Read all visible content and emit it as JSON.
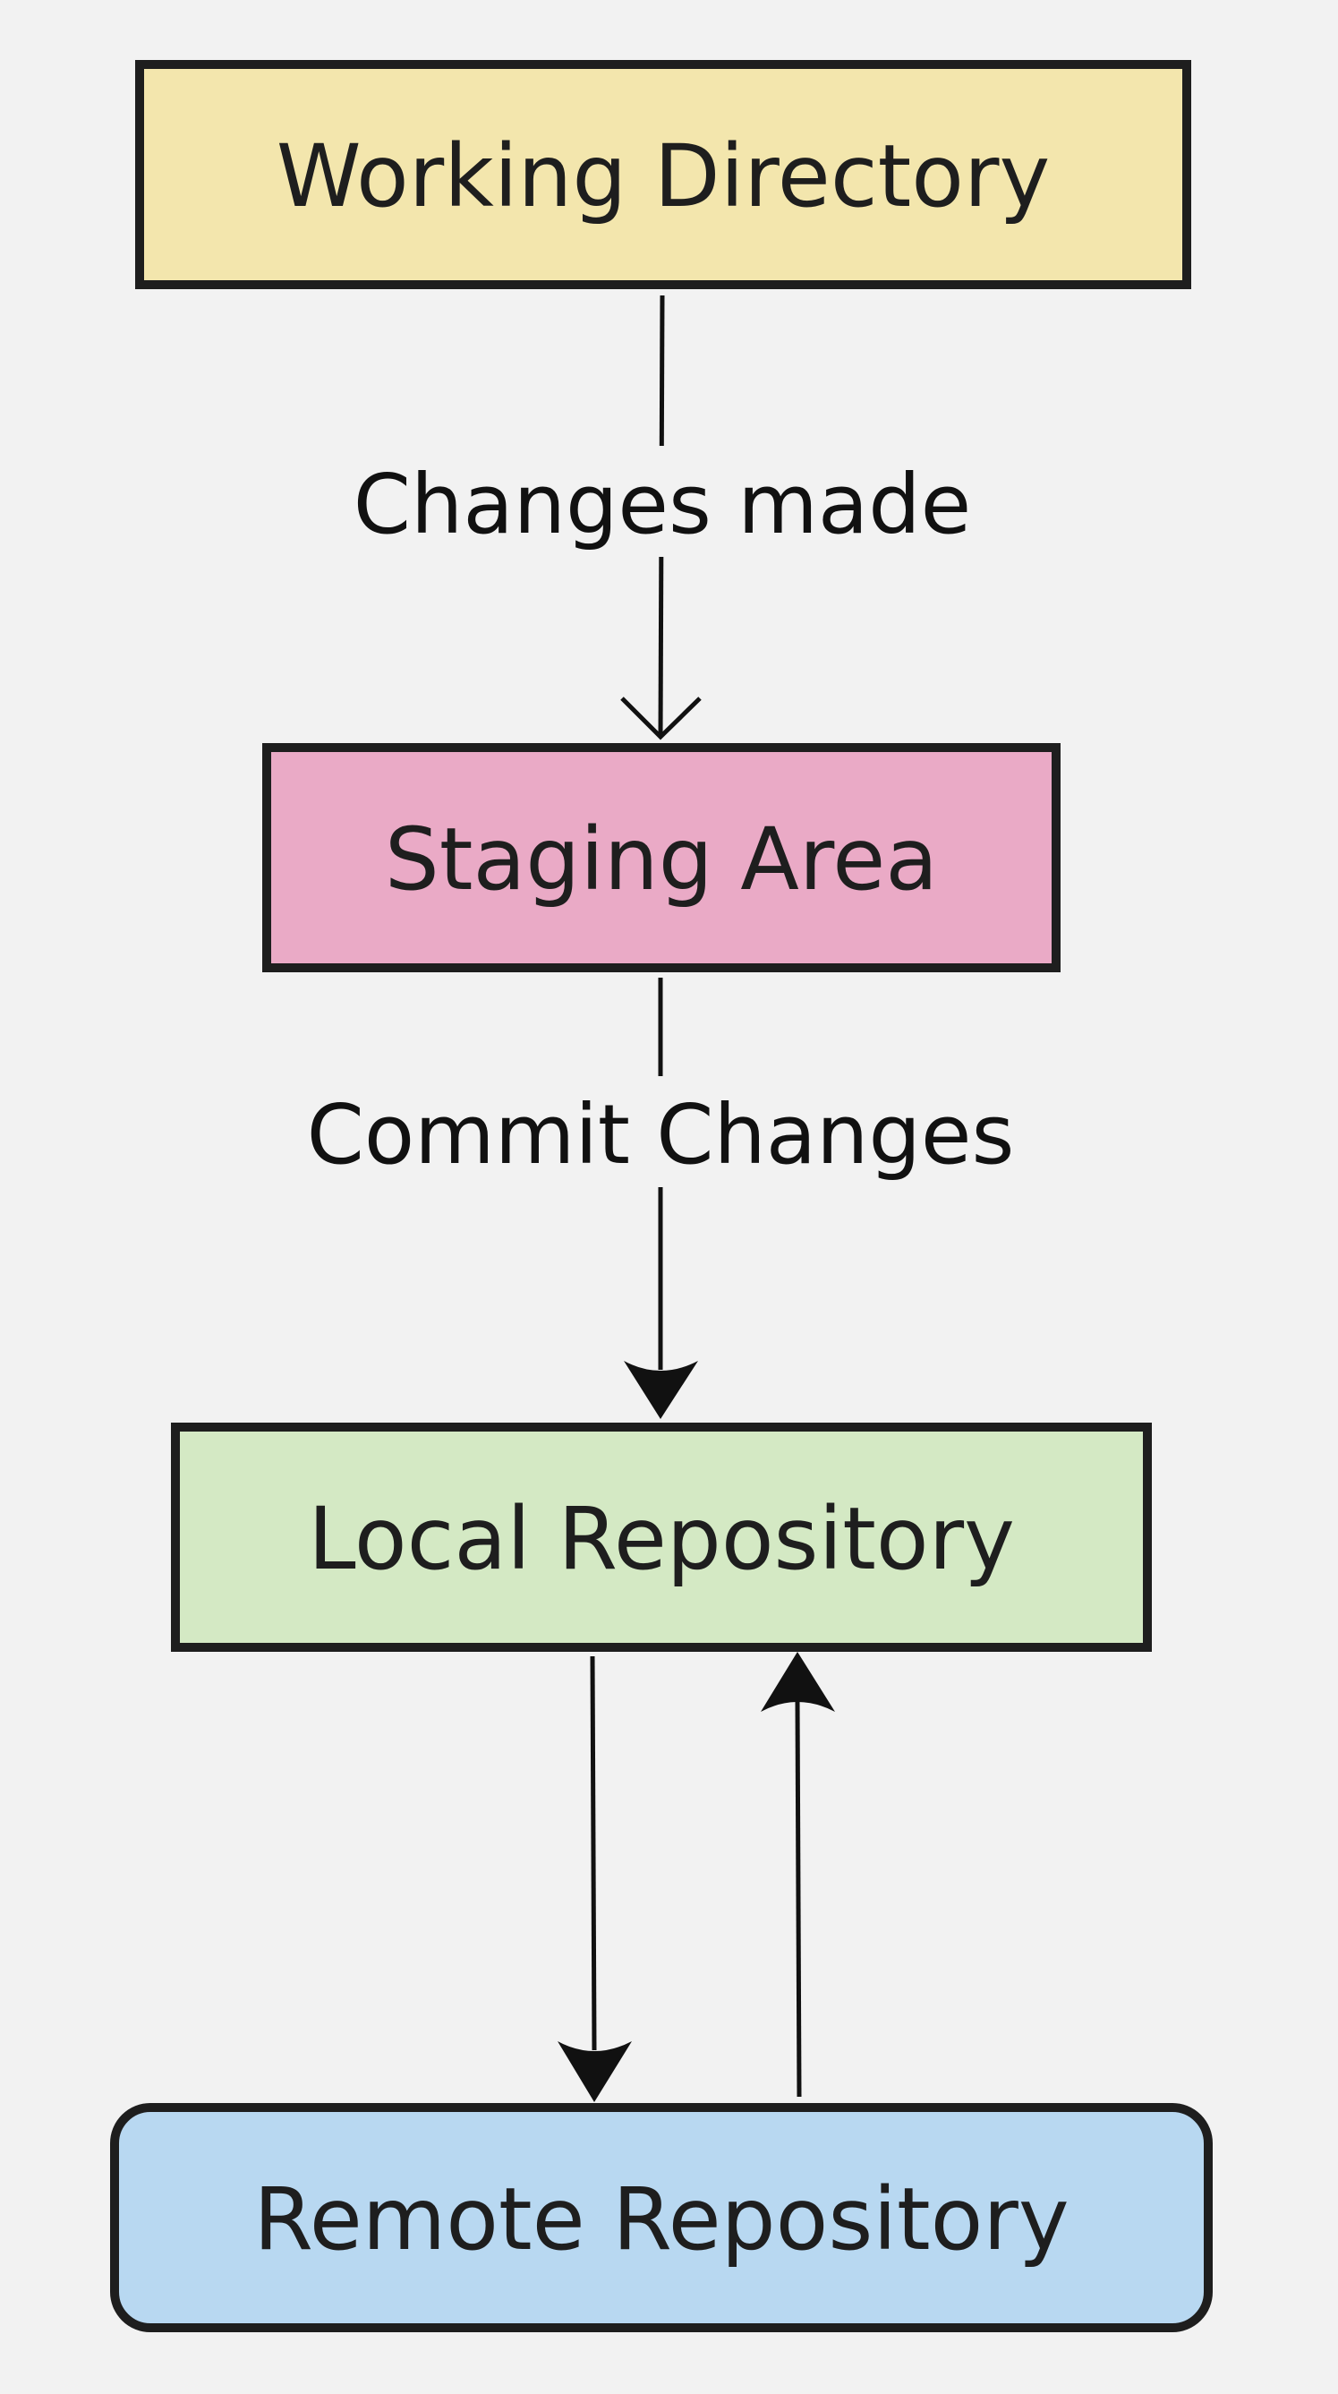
{
  "nodes": {
    "working_directory": {
      "label": "Working Directory",
      "color": "#f3e6ad"
    },
    "staging_area": {
      "label": "Staging Area",
      "color": "#eaaac6"
    },
    "local_repository": {
      "label": "Local Repository",
      "color": "#d4e9c4"
    },
    "remote_repository": {
      "label": "Remote Repository",
      "color": "#b8d8f1"
    }
  },
  "edges": {
    "changes_made": {
      "label": "Changes made",
      "from": "Working Directory",
      "to": "Staging Area",
      "arrowhead": "open"
    },
    "commit_changes": {
      "label": "Commit Changes",
      "from": "Staging Area",
      "to": "Local Repository",
      "arrowhead": "filled"
    },
    "push": {
      "label": "",
      "from": "Local Repository",
      "to": "Remote Repository",
      "arrowhead": "filled"
    },
    "pull": {
      "label": "",
      "from": "Remote Repository",
      "to": "Local Repository",
      "arrowhead": "filled"
    }
  },
  "colors": {
    "background": "#f2f2f2",
    "stroke": "#1e1e1e"
  }
}
